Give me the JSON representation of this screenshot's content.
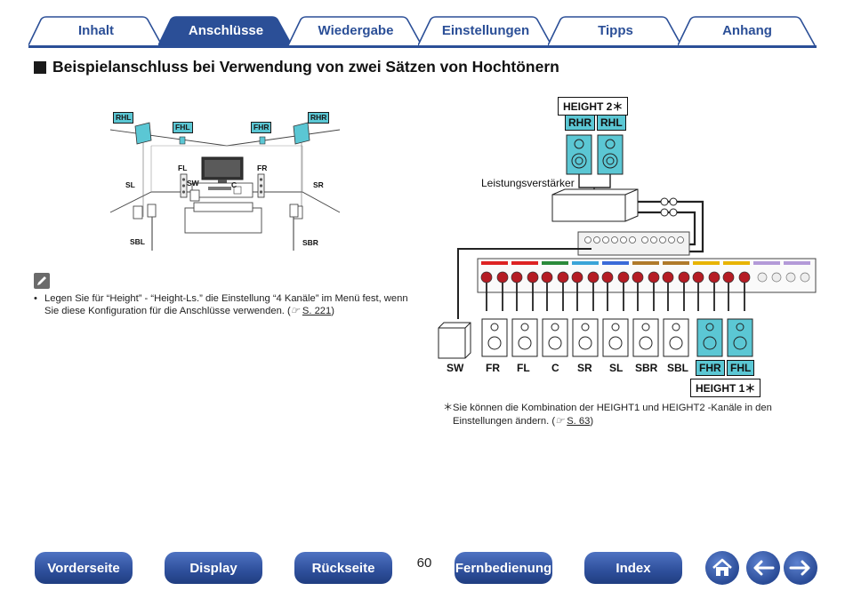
{
  "tabs": [
    {
      "label": "Inhalt",
      "active": false
    },
    {
      "label": "Anschlüsse",
      "active": true
    },
    {
      "label": "Wiedergabe",
      "active": false
    },
    {
      "label": "Einstellungen",
      "active": false
    },
    {
      "label": "Tipps",
      "active": false
    },
    {
      "label": "Anhang",
      "active": false
    }
  ],
  "headline": "Beispielanschluss bei Verwendung von zwei Sätzen von Hochtönern",
  "room_diagram": {
    "labels": {
      "rhl": "RHL",
      "rhr": "RHR",
      "fhl": "FHL",
      "fhr": "FHR",
      "fl": "FL",
      "fr": "FR",
      "sl": "SL",
      "sr": "SR",
      "sw": "SW",
      "c": "C",
      "sbl": "SBL",
      "sbr": "SBR"
    }
  },
  "note": {
    "bullet": "•",
    "text": "Legen Sie für “Height” - “Height-Ls.” die Einstellung “4 Kanäle” im Menü fest, wenn Sie diese Konfiguration für die Anschlüsse verwenden.",
    "ref_open": "(",
    "ref_page": "S. 221",
    "ref_close": ")"
  },
  "wiring_diagram": {
    "height2_label": "HEIGHT 2",
    "height2_tags": [
      "RHR",
      "RHL"
    ],
    "amplifier_label": "Leistungsverstärker",
    "speaker_labels": [
      "SW",
      "FR",
      "FL",
      "C",
      "SR",
      "SL",
      "SBR",
      "SBL",
      "FHR",
      "FHL"
    ],
    "height1_label": "HEIGHT 1",
    "asterisk": "＊"
  },
  "footnote": {
    "asterisk": "＊",
    "text": "Sie können die Kombination der HEIGHT1 und HEIGHT2 -Kanäle in den Einstellungen ändern.",
    "ref_open": "(",
    "ref_page": "S. 63",
    "ref_close": ")"
  },
  "bottom_nav": {
    "buttons": [
      "Vorderseite",
      "Display",
      "Rückseite",
      "Fernbedienung",
      "Index"
    ],
    "page_number": "60",
    "icons": [
      "home-icon",
      "back-arrow-icon",
      "forward-arrow-icon"
    ]
  },
  "colors": {
    "brand_blue": "#2b4f97",
    "speaker_highlight": "#5bc7d4"
  }
}
